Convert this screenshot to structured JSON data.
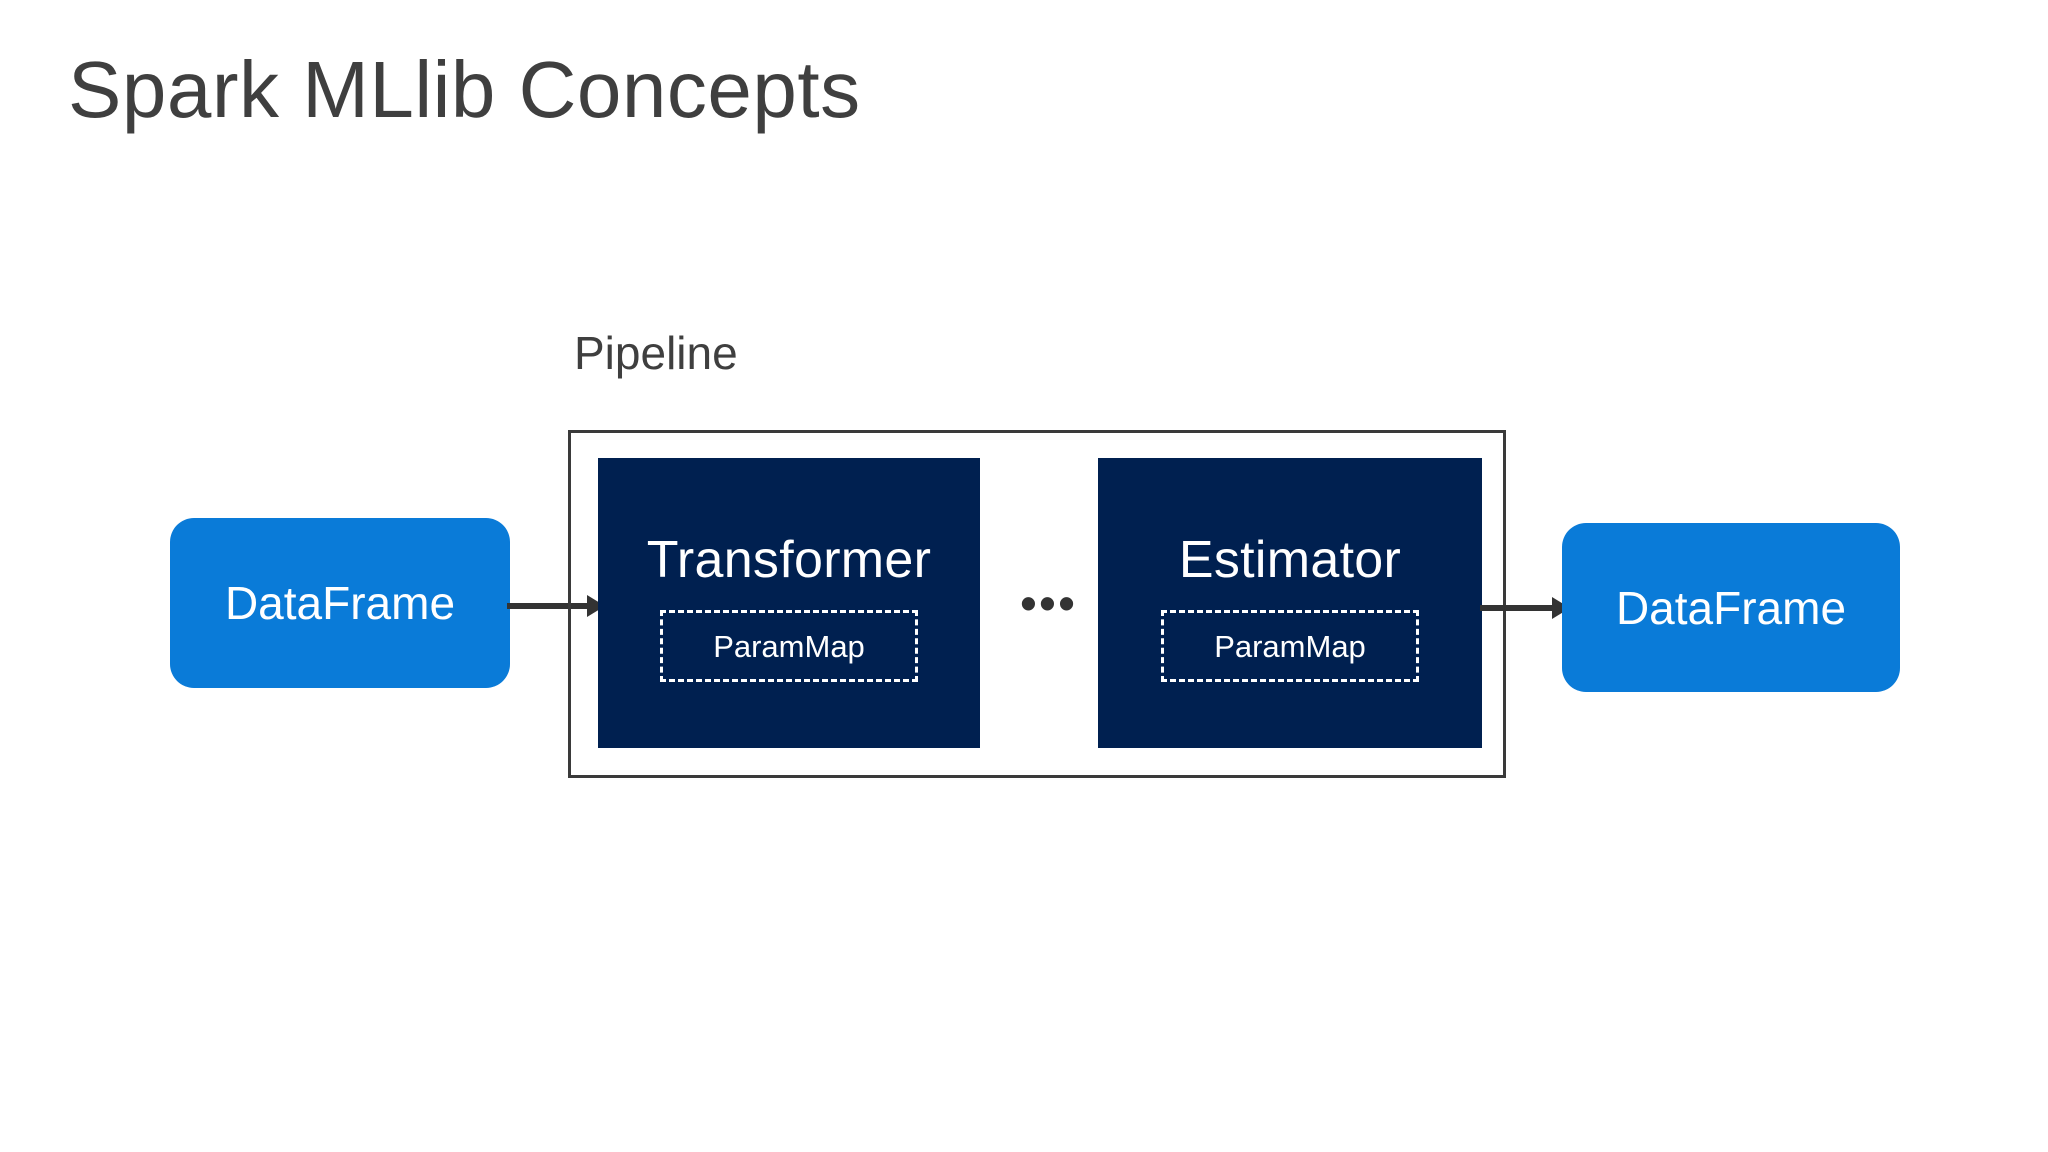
{
  "slide": {
    "title": "Spark MLlib Concepts",
    "background_color": "#ffffff",
    "title_color": "#3f3f3f"
  },
  "pipeline": {
    "label": "Pipeline",
    "border_color": "#3a3a3a",
    "stages": [
      {
        "name": "Transformer",
        "parammap_label": "ParamMap",
        "fill_color": "#002050",
        "text_color": "#ffffff"
      },
      {
        "name": "Estimator",
        "parammap_label": "ParamMap",
        "fill_color": "#002050",
        "text_color": "#ffffff"
      }
    ],
    "stage_separator": "•••"
  },
  "dataframes": {
    "input": {
      "label": "DataFrame",
      "fill_color": "#0a7bd8",
      "text_color": "#ffffff"
    },
    "output": {
      "label": "DataFrame",
      "fill_color": "#0a7bd8",
      "text_color": "#ffffff"
    }
  },
  "arrows": {
    "color": "#333333",
    "input_to_pipeline": "arrow-right-icon",
    "pipeline_to_output": "arrow-right-icon"
  }
}
